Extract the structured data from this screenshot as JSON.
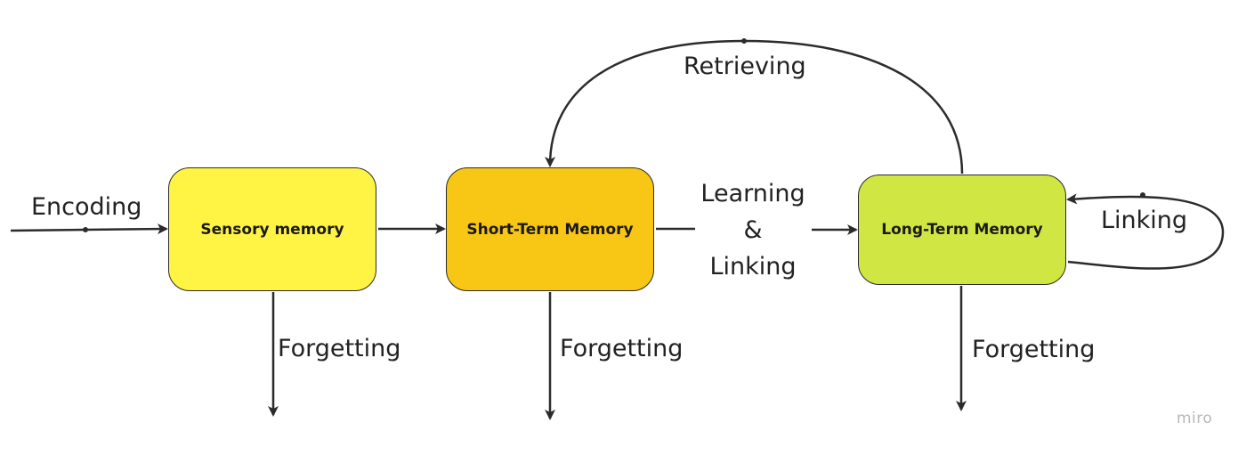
{
  "nodes": {
    "sensory": {
      "label": "Sensory memory",
      "color": "#fff444"
    },
    "short_term": {
      "label": "Short-Term Memory",
      "color": "#f8c614"
    },
    "long_term": {
      "label": "Long-Term Memory",
      "color": "#d0e743"
    }
  },
  "edges": {
    "encoding": "Encoding",
    "retrieving": "Retrieving",
    "learning_linking": {
      "line1": "Learning",
      "line2": "&",
      "line3": "Linking"
    },
    "linking": "Linking",
    "forgetting_sensory": "Forgetting",
    "forgetting_short": "Forgetting",
    "forgetting_long": "Forgetting"
  },
  "watermark": "miro",
  "colors": {
    "line": "#2b2b2b"
  }
}
